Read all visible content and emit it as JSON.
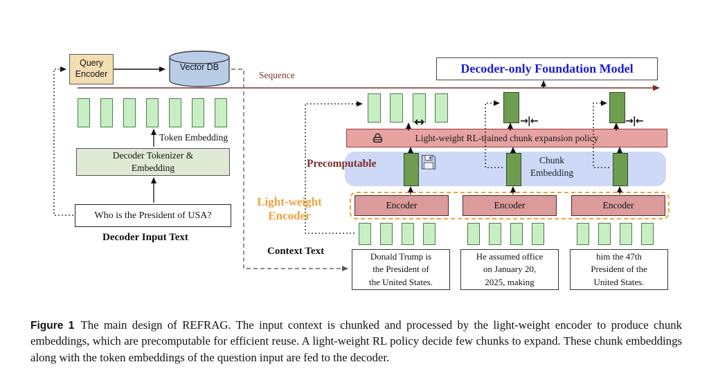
{
  "diagram": {
    "query_encoder": [
      "Query",
      "Encoder"
    ],
    "vector_db": "Vector DB",
    "sequence_label": "Sequence",
    "decoder_model": "Decoder-only Foundation Model",
    "token_embedding_label": "Token Embedding",
    "tokenizer": [
      "Decoder Tokenizer &",
      "Embedding"
    ],
    "question": "Who is the President of USA?",
    "decoder_input_label": "Decoder Input Text",
    "policy_label": "Light-weight RL-trained chunk expansion policy",
    "precomputable_label": "Precomputable",
    "chunk_embedding_label": [
      "Chunk",
      "Embedding"
    ],
    "lightweight_encoder_label": [
      "Light-weight",
      "Encoder"
    ],
    "encoders": [
      {
        "label": "Encoder"
      },
      {
        "label": "Encoder"
      },
      {
        "label": "Encoder"
      }
    ],
    "context_text_label": "Context Text",
    "chunks": [
      {
        "lines": [
          "Donald Trump is",
          "the President of",
          "the United States."
        ]
      },
      {
        "lines": [
          "He assumed office",
          "on January 20,",
          "2025, making"
        ]
      },
      {
        "lines": [
          "him the 47th",
          "President of the",
          "United States."
        ]
      }
    ],
    "expand_symbol": "↔",
    "collapse_symbol": "→|←"
  },
  "caption": {
    "label": "Figure 1",
    "text": "The main design of REFRAG. The input context is chunked and processed by the light-weight encoder to produce chunk embeddings, which are precomputable for efficient reuse. A light-weight RL policy decide few chunks to expand. These chunk embeddings along with the token embeddings of the question input are fed to the decoder."
  },
  "colors": {
    "accent_orange": "#f0a23c",
    "maroon": "#7b2d26",
    "decoder_blue": "#1b1bd0",
    "light_green": "#c8efc3",
    "dark_green": "#6e9d50",
    "policy_salmon": "#e7a2a2",
    "encoder_salmon": "#db9b9b",
    "query_wheat": "#f4ddb0",
    "db_blue": "#b9cde7",
    "precompute_region_blue": "#cdd9f7"
  }
}
